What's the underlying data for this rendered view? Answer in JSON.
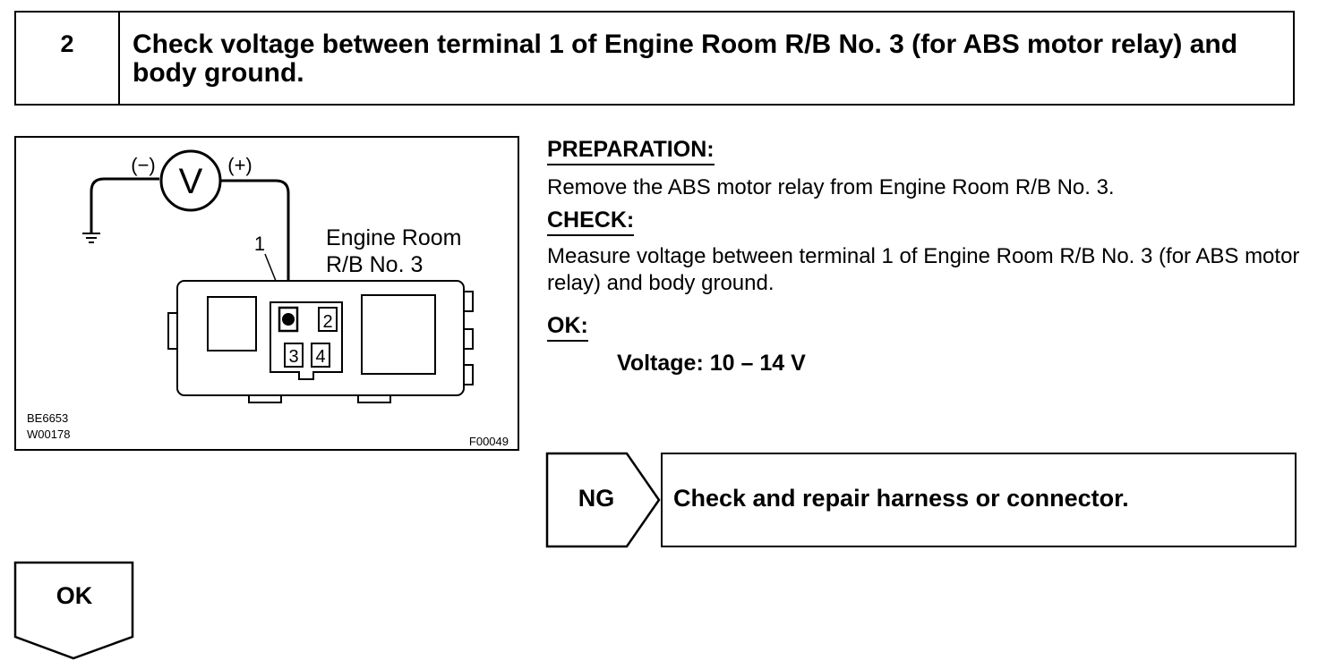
{
  "step": {
    "number": "2",
    "title": "Check voltage between terminal 1 of Engine Room R/B No. 3 (for ABS motor relay) and body ground."
  },
  "figure": {
    "meter_symbol": "V",
    "negative_label": "(−)",
    "positive_label": "(+)",
    "terminal_label": "1",
    "component_label_line1": "Engine Room",
    "component_label_line2": "R/B No. 3",
    "terminals": [
      "2",
      "3",
      "4"
    ],
    "code1": "BE6653",
    "code2": "W00178",
    "code3": "F00049"
  },
  "preparation": {
    "heading": "PREPARATION:",
    "text": "Remove the ABS motor relay from Engine Room R/B No. 3."
  },
  "check": {
    "heading": "CHECK:",
    "text": "Measure voltage between terminal 1 of Engine Room R/B No. 3 (for ABS motor relay) and body ground."
  },
  "ok": {
    "heading": "OK:",
    "spec": "Voltage: 10 – 14 V"
  },
  "results": {
    "ng_label": "NG",
    "ng_action": "Check and repair harness or connector.",
    "ok_label": "OK"
  }
}
